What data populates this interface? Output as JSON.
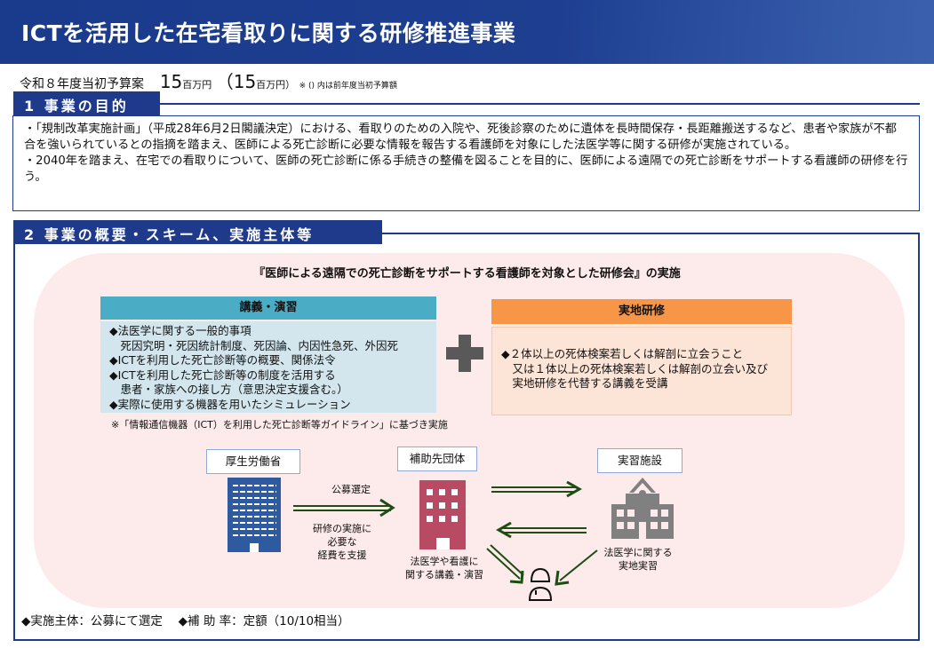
{
  "title": "ICTを活用した在宅看取りに関する研修推進事業",
  "budget": {
    "label": "令和８年度当初予算案",
    "amount": "15",
    "unit": "百万円",
    "prev_amount": "（15",
    "prev_unit": "百万円）",
    "note": "※ () 内は前年度当初予算額"
  },
  "section1": {
    "heading": "1 事業の目的",
    "bullets": [
      "・「規制改革実施計画」（平成28年6月2日閣議決定）における、看取りのための入院や、死後診察のために遺体を長時間保存・長距離搬送するなど、患者や家族が不都合を強いられているとの指摘を踏まえ、医師による死亡診断に必要な情報を報告する看護師を対象にした法医学等に関する研修が実施されている。",
      "・2040年を踏まえ、在宅での看取りについて、医師の死亡診断に係る手続きの整備を図ることを目的に、医師による遠隔での死亡診断をサポートする看護師の研修を行う。"
    ]
  },
  "section2": {
    "heading": "2 事業の概要・スキーム、実施主体等",
    "subtitle": "『医師による遠隔での死亡診断をサポートする看護師を対象とした研修会』の実施",
    "lecture": {
      "heading": "講義・演習",
      "lines": [
        "◆法医学に関する一般的事項",
        "　死因究明・死因統計制度、死因論、内因性急死、外因死",
        "◆ICTを利用した死亡診断等の概要、関係法令",
        "◆ICTを利用した死亡診断等の制度を活用する",
        "　患者・家族への接し方（意思決定支援含む。）",
        "◆実際に使用する機器を用いたシミュレーション"
      ]
    },
    "note": "※「情報通信機器（ICT）を利用した死亡診断等ガイドライン」に基づき実施",
    "practical": {
      "heading": "実地研修",
      "lines": [
        "◆２体以上の死体検案若しくは解剖に立会うこと",
        "　又は１体以上の死体検案若しくは解剖の立会い及び",
        "　実地研修を代替する講義を受講"
      ]
    },
    "scheme": {
      "ministry": "厚生労働省",
      "grantee": "補助先団体",
      "facility": "実習施設",
      "selection": "公募選定",
      "support": [
        "研修の実施に",
        "必要な",
        "経費を支援"
      ],
      "lecture_note": [
        "法医学や看護に",
        "関する講義・演習"
      ],
      "facility_note": [
        "法医学に関する",
        "実地実習"
      ]
    },
    "footer": "◆実施主体：公募にて選定　 ◆補 助 率：定額（10/10相当）",
    "colors": {
      "navy": "#1f3a8a",
      "teal": "#4bacc6",
      "orange": "#f79646",
      "ministry": "#2e5aa0",
      "grantee": "#b84a63",
      "facility": "#808080",
      "arrow": "#1e4d14"
    }
  }
}
